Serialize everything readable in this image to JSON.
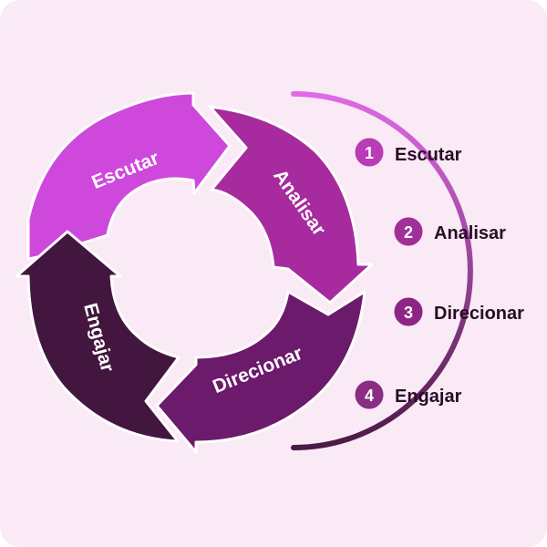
{
  "cycle": {
    "segments": [
      {
        "label": "Escutar",
        "color": "#cf48dc"
      },
      {
        "label": "Analisar",
        "color": "#a72b9e"
      },
      {
        "label": "Direcionar",
        "color": "#6c1a6b"
      },
      {
        "label": "Engajar",
        "color": "#43163f"
      }
    ]
  },
  "steps": [
    {
      "number": "1",
      "label": "Escutar",
      "color": "#b93cb6"
    },
    {
      "number": "2",
      "label": "Analisar",
      "color": "#a12f99"
    },
    {
      "number": "3",
      "label": "Direcionar",
      "color": "#8d2586"
    },
    {
      "number": "4",
      "label": "Engajar",
      "color": "#8a2d83"
    }
  ],
  "palette": {
    "background": "#f9eaf6",
    "arc_start": "#e06ae6",
    "arc_end": "#4a1a45"
  }
}
